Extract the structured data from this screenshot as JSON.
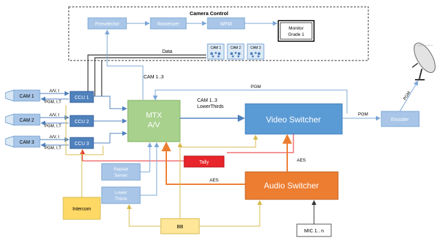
{
  "camera_control": {
    "title": "Camera Control",
    "preselector": "Preselector",
    "rasterizer": "Rasterizer",
    "wfm": "WFM",
    "monitor_line1": "Monitor",
    "monitor_line2": "Grade 1",
    "data_label": "Data",
    "panels": [
      "CAM 1",
      "CAM 2",
      "CAM 3"
    ]
  },
  "cameras": [
    {
      "name": "CAM 1",
      "ccu": "CCU 1",
      "sig_top": "A/V, I",
      "sig_bottom": "PGM, I,T"
    },
    {
      "name": "CAM 2",
      "ccu": "CCU 2",
      "sig_top": "A/V, I",
      "sig_bottom": "PGM, I,T"
    },
    {
      "name": "CAM 3",
      "ccu": "CCU 3",
      "sig_top": "A/V, I",
      "sig_bottom": "PGM, I,T"
    }
  ],
  "mtx": {
    "line1": "MTX",
    "line2": "A/V"
  },
  "video_switcher": "Video Switcher",
  "audio_switcher": "Audio Switcher",
  "encoder": "Encoder",
  "tally": "Tally",
  "intercom": "Intercom",
  "repeat_server": {
    "line1": "Repeat",
    "line2": "Server"
  },
  "lower_thirds": {
    "line1": "Lower",
    "line2": "Thirds"
  },
  "bb": "BB",
  "mic": "MIC 1.. n",
  "labels": {
    "cam13_up": "CAM 1..3",
    "cam13_right_line1": "CAM 1..3",
    "cam13_right_line2": "LowerThirds",
    "pgm_top": "PGM",
    "pgm_right": "PGM",
    "pgm_dish": "PGM",
    "aes_left": "AES",
    "aes_right": "AES"
  },
  "colors": {
    "light_blue": "#a9c6e8",
    "green": "#a9d18e",
    "video_switcher": "#5b9bd5",
    "audio_switcher": "#ed7d31",
    "tally": "#e8252a",
    "intercom": "#ffd966",
    "bb": "#ffe699",
    "ccu": "#4f81bd"
  }
}
